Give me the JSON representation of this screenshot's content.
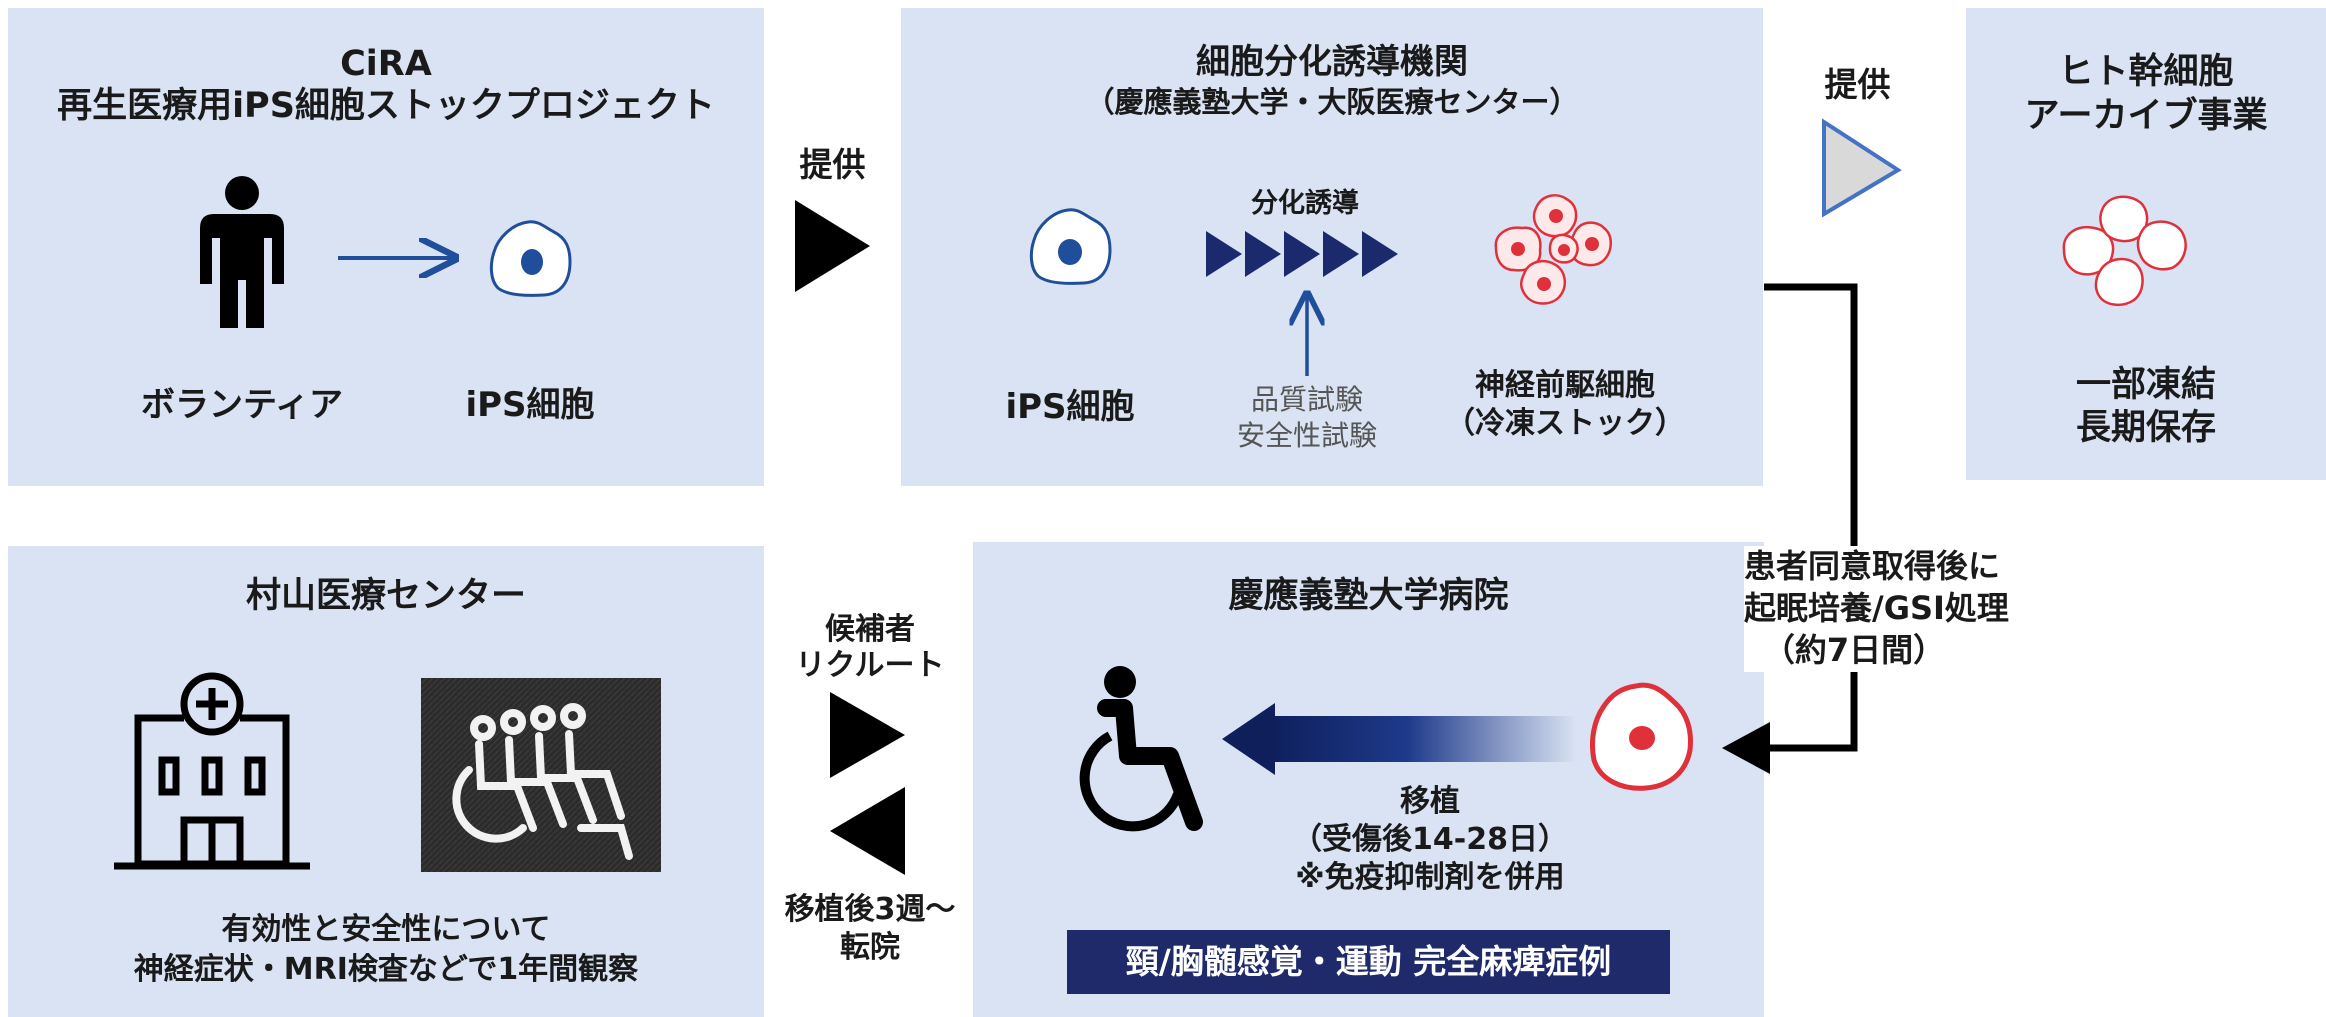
{
  "cira": {
    "title": "CiRA",
    "subtitle": "再生医療用iPS細胞ストックプロジェクト",
    "volunteer_label": "ボランティア",
    "ips_label": "iPS細胞"
  },
  "provide_1": "提供",
  "differentiation": {
    "title": "細胞分化誘導機関",
    "subtitle": "（慶應義塾大学・大阪医療センター）",
    "ips_label": "iPS細胞",
    "induction_label": "分化誘導",
    "test_line1": "品質試験",
    "test_line2": "安全性試験",
    "npc_line1": "神経前駆細胞",
    "npc_line2": "（冷凍ストック）"
  },
  "provide_2": "提供",
  "archive": {
    "title_line1": "ヒト幹細胞",
    "title_line2": "アーカイブ事業",
    "note_line1": "一部凍結",
    "note_line2": "長期保存"
  },
  "consent": {
    "line1": "患者同意取得後に",
    "line2": "起眠培養/GSI処理",
    "line3": "（約7日間）"
  },
  "hospital": {
    "title": "慶應義塾大学病院",
    "transplant_line1": "移植",
    "transplant_line2": "（受傷後14-28日）",
    "transplant_line3": "※免疫抑制剤を併用",
    "condition": "頸/胸髄感覚・運動 完全麻痺症例"
  },
  "recruit": {
    "line1": "候補者",
    "line2": "リクルート"
  },
  "transfer": {
    "line1": "移植後3週～",
    "line2": "転院"
  },
  "murayama": {
    "title": "村山医療センター",
    "obs_line1": "有効性と安全性について",
    "obs_line2": "神経症状・MRI検査などで1年間観察"
  },
  "colors": {
    "box_bg": "#dae3f3",
    "navy": "#1a2a6c",
    "blue_arrow": "#1f4e9a",
    "red_cell": "#e0303a",
    "outline_blue": "#4472c4",
    "black": "#000000"
  }
}
